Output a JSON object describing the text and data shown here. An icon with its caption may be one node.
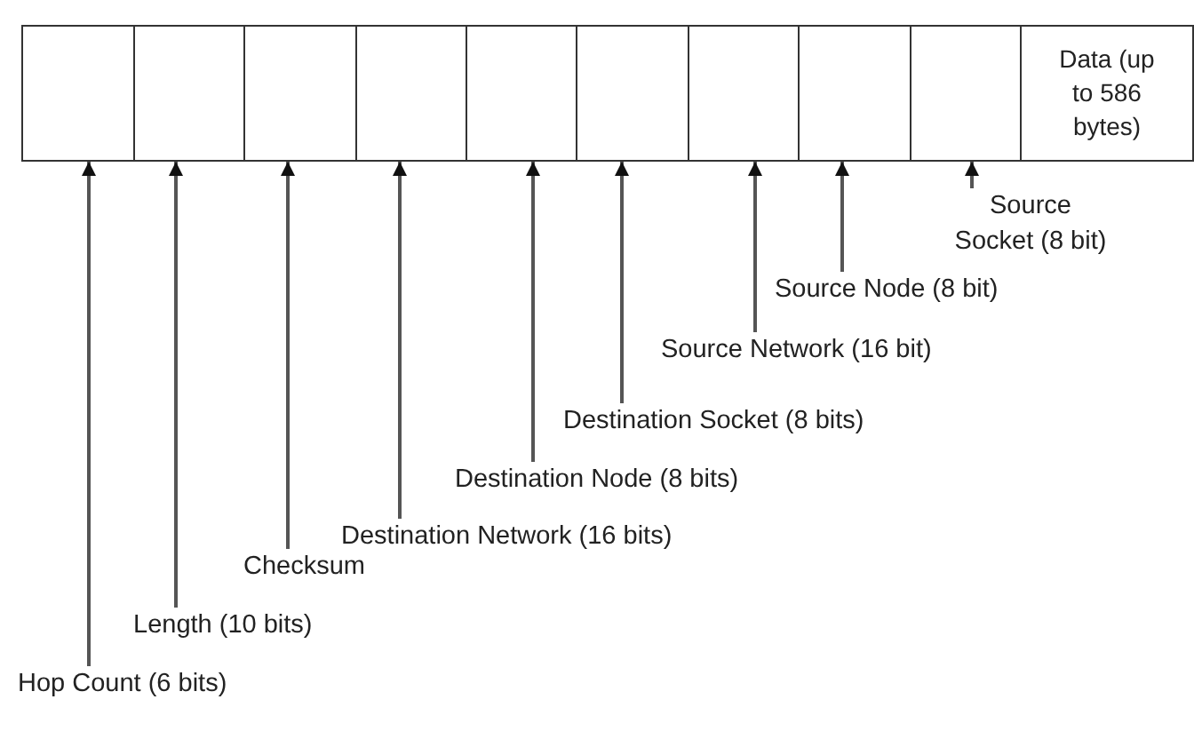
{
  "diagram": {
    "nodes": [
      {
        "text": [],
        "shape": "box"
      },
      {
        "text": [],
        "shape": "box"
      },
      {
        "text": [],
        "shape": "box"
      },
      {
        "text": [],
        "shape": "box"
      },
      {
        "text": [],
        "shape": "box"
      },
      {
        "text": [],
        "shape": "box"
      },
      {
        "text": [],
        "shape": "box"
      },
      {
        "text": [],
        "shape": "box"
      },
      {
        "text": [],
        "shape": "box"
      },
      {
        "text": [
          "Data (up to 586 bytes)"
        ]
      },
      {
        "text": [
          "Hop Count (6 bits)"
        ]
      },
      {
        "text": [
          "Length (10 bits)"
        ]
      },
      {
        "text": [
          "Checksum"
        ]
      },
      {
        "text": [
          "Destination Network (16 bits)"
        ]
      },
      {
        "text": [
          "Destination Node (8 bits)"
        ]
      },
      {
        "text": [
          "Destination Socket (8 bits)"
        ]
      },
      {
        "text": [
          "Source Network (16 bit)"
        ]
      },
      {
        "text": [
          "Source Node (8 bit)"
        ]
      },
      {
        "text": [
          "Source Socket (8 bit)"
        ]
      }
    ],
    "edges": [
      {
        "from": 10,
        "to": 0,
        "arrow": "to"
      },
      {
        "from": 11,
        "to": 1,
        "arrow": "to"
      },
      {
        "from": 12,
        "to": 2,
        "arrow": "to"
      },
      {
        "from": 13,
        "to": 3,
        "arrow": "to"
      },
      {
        "from": 14,
        "to": 4,
        "arrow": "to"
      },
      {
        "from": 15,
        "to": 5,
        "arrow": "to"
      },
      {
        "from": 16,
        "to": 6,
        "arrow": "to"
      },
      {
        "from": 17,
        "to": 7,
        "arrow": "to"
      },
      {
        "from": 18,
        "to": 8,
        "arrow": "to"
      }
    ]
  }
}
